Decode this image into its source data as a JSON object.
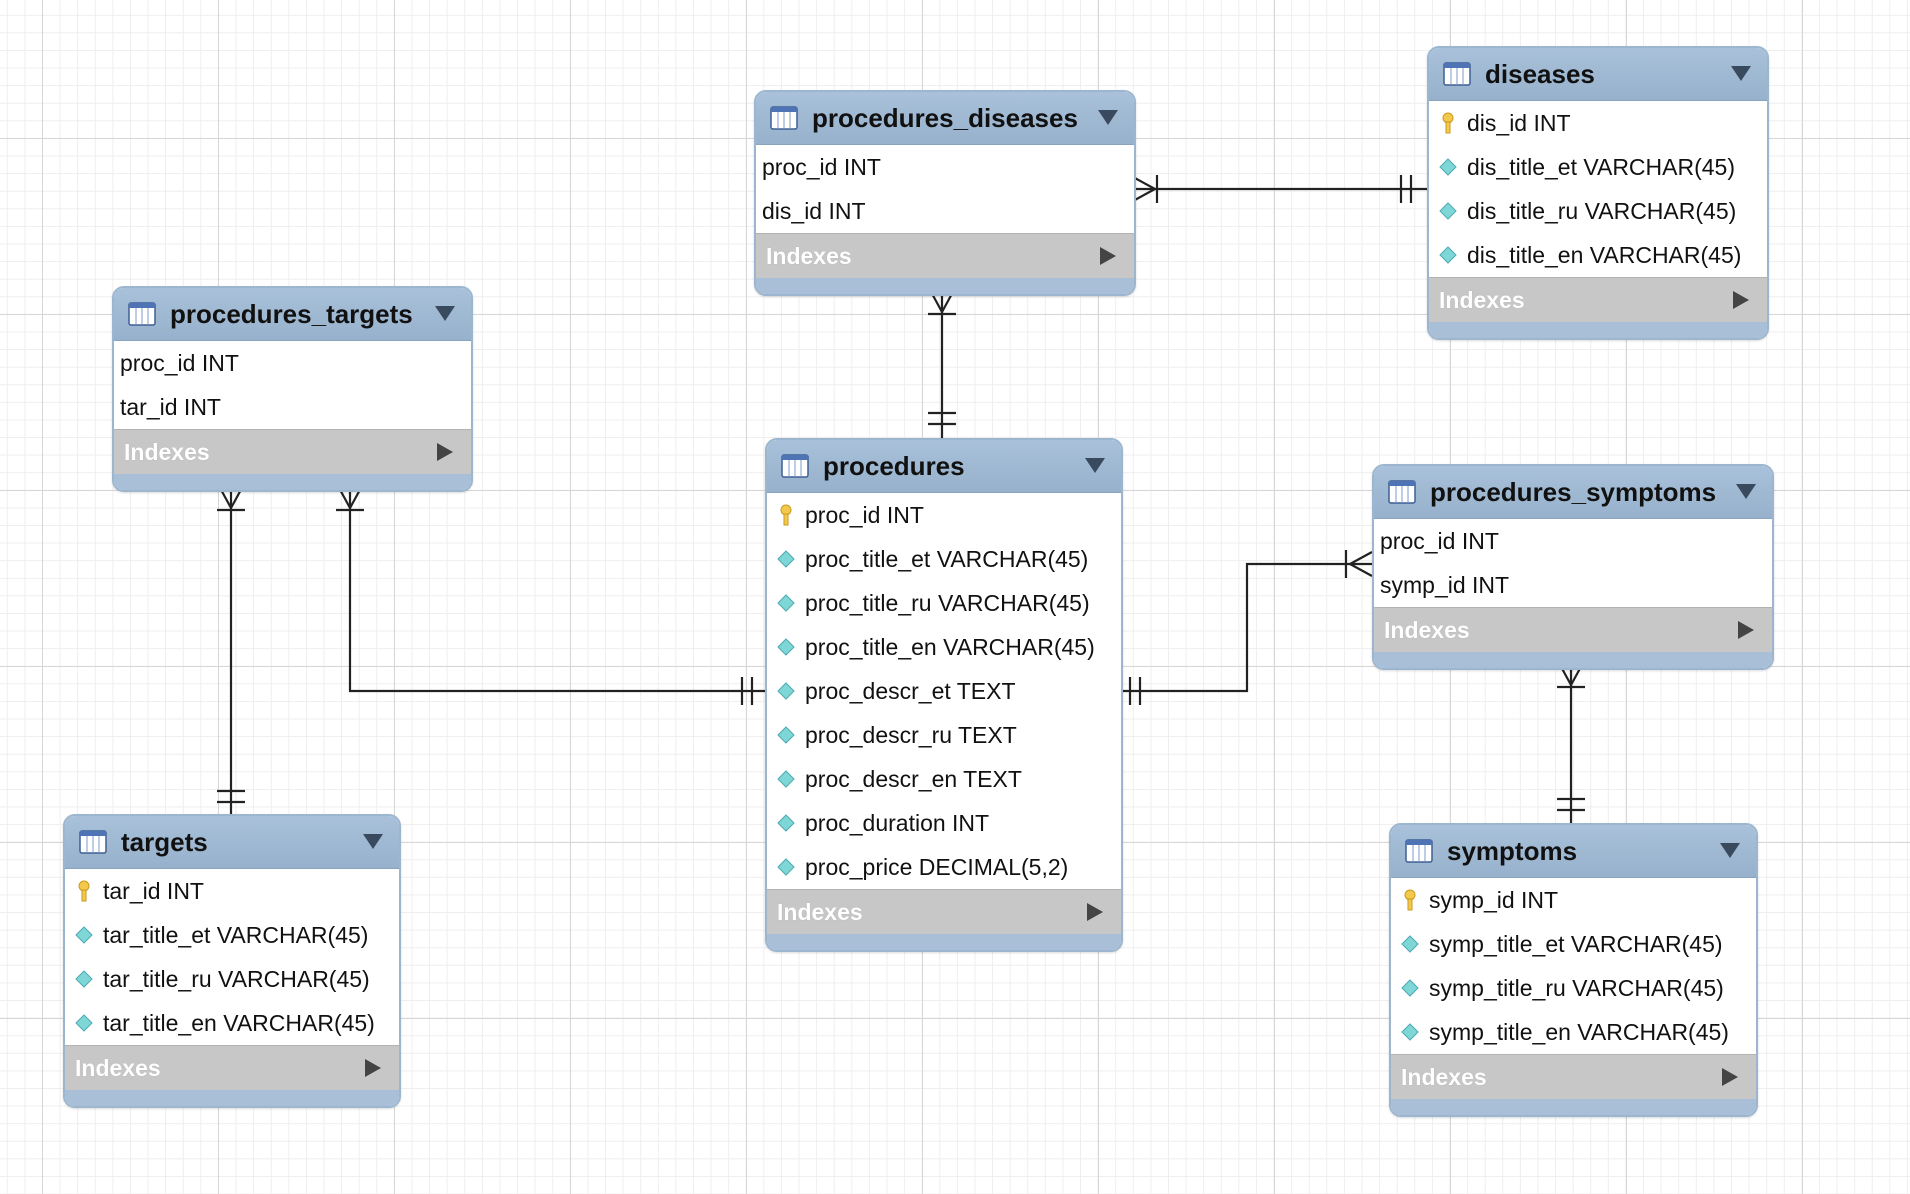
{
  "index_label": "Indexes",
  "colors": {
    "header": "#a3bcd6",
    "index_bar": "#c7c7c7",
    "key_icon": "#f2c94c",
    "attribute_icon": "#7fd6d6",
    "relationship_line": "#222222"
  },
  "entities": {
    "procedures_diseases": {
      "title": "procedures_diseases",
      "fields": [
        {
          "name": "proc_id INT",
          "icon": "none"
        },
        {
          "name": "dis_id INT",
          "icon": "none"
        }
      ]
    },
    "diseases": {
      "title": "diseases",
      "fields": [
        {
          "name": "dis_id INT",
          "icon": "key-icon"
        },
        {
          "name": "dis_title_et VARCHAR(45)",
          "icon": "diamond-icon"
        },
        {
          "name": "dis_title_ru VARCHAR(45)",
          "icon": "diamond-icon"
        },
        {
          "name": "dis_title_en VARCHAR(45)",
          "icon": "diamond-icon"
        }
      ]
    },
    "procedures_targets": {
      "title": "procedures_targets",
      "fields": [
        {
          "name": "proc_id INT",
          "icon": "none"
        },
        {
          "name": "tar_id INT",
          "icon": "none"
        }
      ]
    },
    "procedures": {
      "title": "procedures",
      "fields": [
        {
          "name": "proc_id INT",
          "icon": "key-icon"
        },
        {
          "name": "proc_title_et VARCHAR(45)",
          "icon": "diamond-icon"
        },
        {
          "name": "proc_title_ru VARCHAR(45)",
          "icon": "diamond-icon"
        },
        {
          "name": "proc_title_en VARCHAR(45)",
          "icon": "diamond-icon"
        },
        {
          "name": "proc_descr_et TEXT",
          "icon": "diamond-icon"
        },
        {
          "name": "proc_descr_ru TEXT",
          "icon": "diamond-icon"
        },
        {
          "name": "proc_descr_en TEXT",
          "icon": "diamond-icon"
        },
        {
          "name": "proc_duration INT",
          "icon": "diamond-icon"
        },
        {
          "name": "proc_price DECIMAL(5,2)",
          "icon": "diamond-icon"
        }
      ]
    },
    "procedures_symptoms": {
      "title": "procedures_symptoms",
      "fields": [
        {
          "name": "proc_id INT",
          "icon": "none"
        },
        {
          "name": "symp_id INT",
          "icon": "none"
        }
      ]
    },
    "targets": {
      "title": "targets",
      "fields": [
        {
          "name": "tar_id INT",
          "icon": "key-icon"
        },
        {
          "name": "tar_title_et VARCHAR(45)",
          "icon": "diamond-icon"
        },
        {
          "name": "tar_title_ru VARCHAR(45)",
          "icon": "diamond-icon"
        },
        {
          "name": "tar_title_en VARCHAR(45)",
          "icon": "diamond-icon"
        }
      ]
    },
    "symptoms": {
      "title": "symptoms",
      "fields": [
        {
          "name": "symp_id INT",
          "icon": "key-icon"
        },
        {
          "name": "symp_title_et VARCHAR(45)",
          "icon": "diamond-icon"
        },
        {
          "name": "symp_title_ru VARCHAR(45)",
          "icon": "diamond-icon"
        },
        {
          "name": "symp_title_en VARCHAR(45)",
          "icon": "diamond-icon"
        }
      ]
    }
  },
  "relationships": [
    {
      "from": "procedures_diseases",
      "to": "diseases",
      "from_end": "many",
      "to_end": "one"
    },
    {
      "from": "procedures_diseases",
      "to": "procedures",
      "from_end": "many",
      "to_end": "one"
    },
    {
      "from": "procedures_targets",
      "to": "targets",
      "from_end": "many",
      "to_end": "one"
    },
    {
      "from": "procedures_targets",
      "to": "procedures",
      "from_end": "many",
      "to_end": "one"
    },
    {
      "from": "procedures_symptoms",
      "to": "procedures",
      "from_end": "many",
      "to_end": "one"
    },
    {
      "from": "procedures_symptoms",
      "to": "symptoms",
      "from_end": "many",
      "to_end": "one"
    }
  ]
}
